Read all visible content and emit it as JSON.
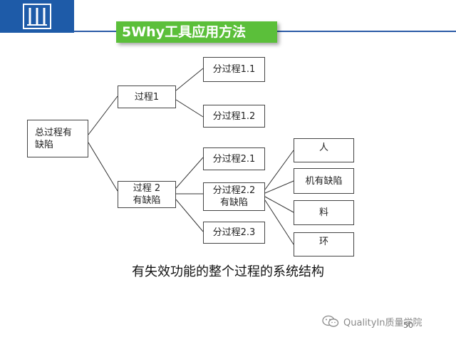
{
  "header": {
    "title": "5Why工具应用方法"
  },
  "diagram": {
    "root": "总过程有\n缺陷",
    "process1": "过程1",
    "process1_children": [
      "分过程1.1",
      "分过程1.2"
    ],
    "process2": "过程 2\n有缺陷",
    "process2_children": [
      "分过程2.1",
      "分过程2.2\n有缺陷",
      "分过程2.3"
    ],
    "causes": [
      "人",
      "机有缺陷",
      "料",
      "环"
    ]
  },
  "caption": "有失效功能的整个过程的系统结构",
  "watermark": "QualityIn质量学院",
  "page_number": "50",
  "colors": {
    "header_blue": "#1e5ba8",
    "banner_green": "#5bbf3a",
    "connector": "#333333"
  }
}
